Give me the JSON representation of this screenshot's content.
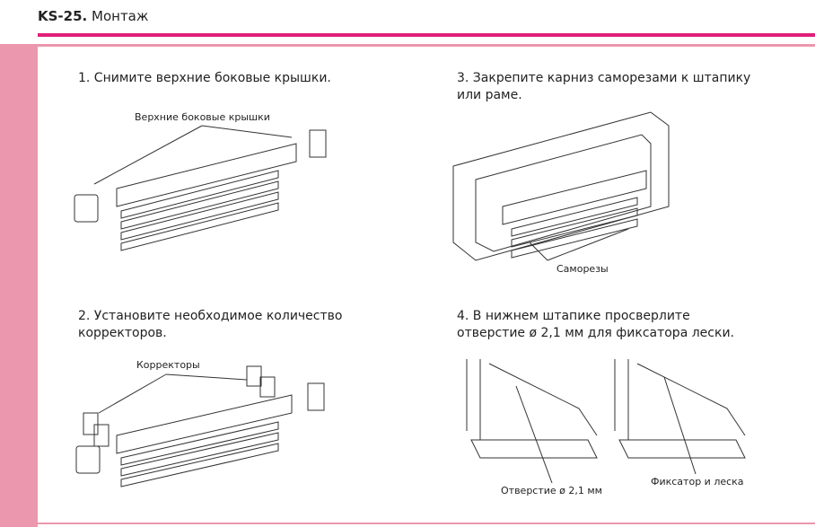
{
  "header": {
    "code": "KS-25.",
    "title": "Монтаж"
  },
  "steps": [
    {
      "text": "1. Снимите верхние боковые крышки.",
      "label": "Верхние боковые крышки"
    },
    {
      "text": "2. Установите необходимое количество корректоров.",
      "label": "Корректоры"
    },
    {
      "text": "3. Закрепите карниз саморезами к штапику или раме.",
      "label": "Саморезы"
    },
    {
      "text": "4. В нижнем штапике просверлите отверстие ø 2,1 мм для фиксатора лески.",
      "label_a": "Отверстие ø 2,1 мм",
      "label_b": "Фиксатор и леска"
    }
  ],
  "colors": {
    "accent": "#e01f7a",
    "sidebar": "#eb97ad"
  }
}
